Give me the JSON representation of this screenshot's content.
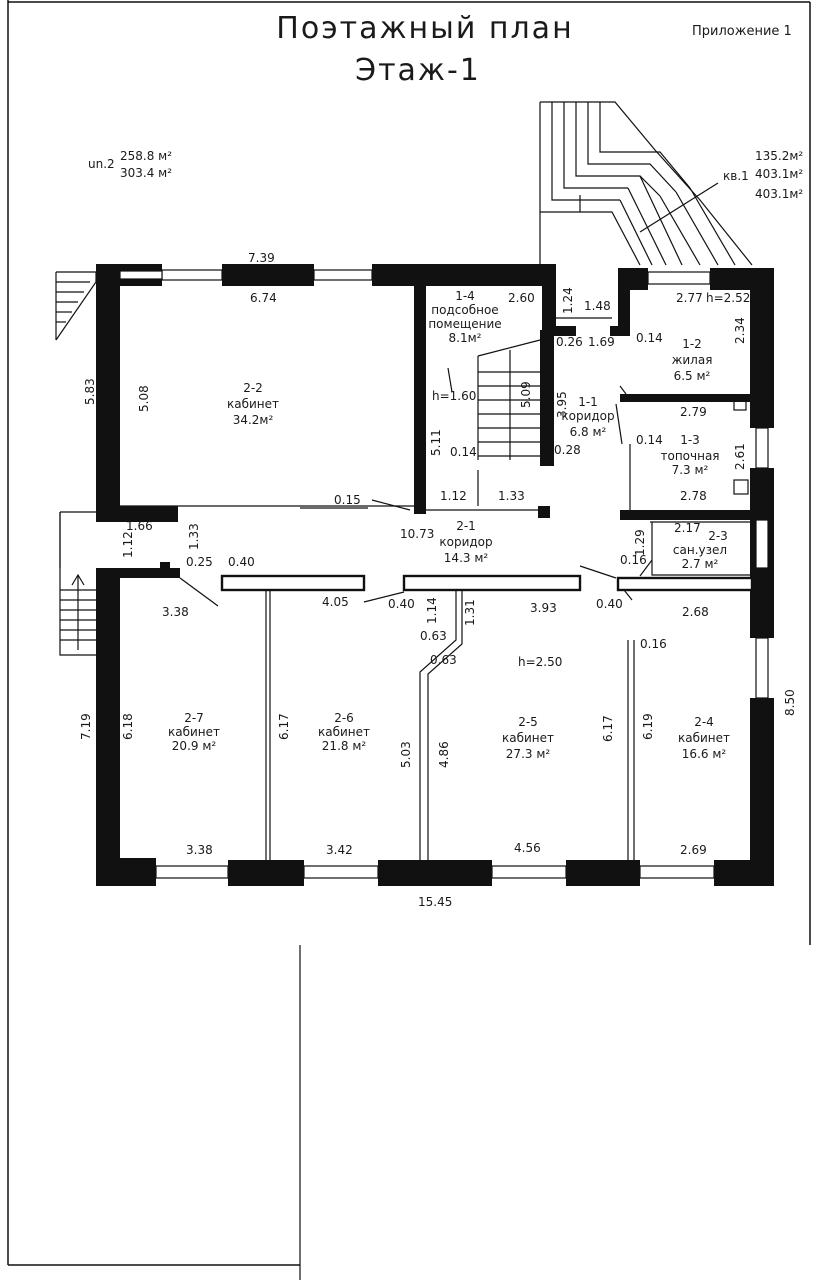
{
  "header": {
    "title_line1": "Поэтажный план",
    "title_line2": "Этаж-1",
    "appendix": "Приложение  1"
  },
  "areas_left": {
    "label": "un.2",
    "area1": "258.8 м²",
    "area2": "303.4 м²"
  },
  "areas_right": {
    "label": "кв.1",
    "area1": "135.2м²",
    "area2": "403.1м²",
    "area3": "403.1м²"
  },
  "rooms": [
    {
      "id": "2-2",
      "name": "кабинет",
      "area": "34.2м²"
    },
    {
      "id": "1-4",
      "name": "подсобное",
      "name2": "помещение",
      "area": "8.1м²"
    },
    {
      "id": "1-1",
      "name": "коридор",
      "area": "6.8 м²"
    },
    {
      "id": "1-2",
      "name": "жилая",
      "area": "6.5 м²"
    },
    {
      "id": "1-3",
      "name": "топочная",
      "area": "7.3 м²"
    },
    {
      "id": "2-1",
      "name": "коридор",
      "area": "14.3 м²"
    },
    {
      "id": "2-3",
      "name": "сан.узел",
      "area": "2.7 м²"
    },
    {
      "id": "2-7",
      "name": "кабинет",
      "area": "20.9 м²"
    },
    {
      "id": "2-6",
      "name": "кабинет",
      "area": "21.8 м²"
    },
    {
      "id": "2-5",
      "name": "кабинет",
      "area": "27.3 м²"
    },
    {
      "id": "2-4",
      "name": "кабинет",
      "area": "16.6 м²"
    }
  ],
  "heights": {
    "h1": "h=1.60",
    "h2": "h=2.52",
    "h3": "h=2.50"
  },
  "dims": {
    "d739": "7.39",
    "d674": "6.74",
    "d583": "5.83",
    "d508": "5.08",
    "d260": "2.60",
    "d124": "1.24",
    "d148": "1.48",
    "d277": "2.77",
    "d234": "2.34",
    "d014a": "0.14",
    "d026": "0.26",
    "d169": "1.69",
    "d395": "3.95",
    "d509": "5.09",
    "d511": "5.11",
    "d014b": "0.14",
    "d279": "2.79",
    "d014c": "0.14",
    "d261": "2.61",
    "d028": "0.28",
    "d112a": "1.12",
    "d133a": "1.33",
    "d278": "2.78",
    "d015": "0.15",
    "d1073": "10.73",
    "d166": "1.66",
    "d112b": "1.12",
    "d133b": "1.33",
    "d217": "2.17",
    "d129": "1.29",
    "d016a": "0.16",
    "d025": "0.25",
    "d040a": "0.40",
    "d338a": "3.38",
    "d405": "4.05",
    "d040b": "0.40",
    "d114": "1.14",
    "d131": "1.31",
    "d393": "3.93",
    "d040c": "0.40",
    "d268": "2.68",
    "d063a": "0.63",
    "d063b": "0.63",
    "d016b": "0.16",
    "d719": "7.19",
    "d618": "6.18",
    "d617a": "6.17",
    "d503": "5.03",
    "d486": "4.86",
    "d617b": "6.17",
    "d619": "6.19",
    "d850": "8.50",
    "d338b": "3.38",
    "d342": "3.42",
    "d456": "4.56",
    "d269": "2.69",
    "d1545": "15.45"
  }
}
